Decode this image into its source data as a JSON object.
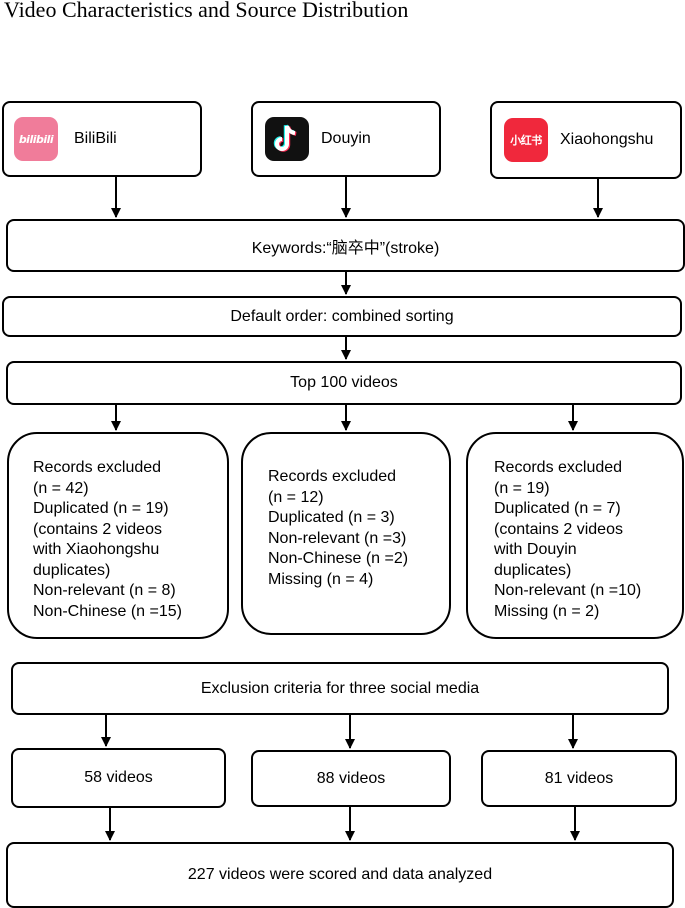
{
  "title": "Video Characteristics and Source Distribution",
  "sources": [
    {
      "name": "BiliBili",
      "logo_text": "bilibili",
      "logo_color": "#f07c9a",
      "icon": "bilibili-logo-icon"
    },
    {
      "name": "Douyin",
      "logo_text": "",
      "logo_color": "#111111",
      "icon": "douyin-logo-icon"
    },
    {
      "name": "Xiaohongshu",
      "logo_text": "小红书",
      "logo_color": "#f0283c",
      "icon": "xiaohongshu-logo-icon"
    }
  ],
  "keywords": "Keywords:“脑卒中”(stroke)",
  "order": "Default order: combined sorting",
  "top": "Top 100 videos",
  "exclusions": [
    [
      "Records excluded",
      "(n = 42)",
      "Duplicated (n = 19)",
      "(contains 2 videos",
      "with Xiaohongshu",
      "duplicates)",
      "Non-relevant (n = 8)",
      "Non-Chinese (n =15)"
    ],
    [
      "Records excluded",
      "(n = 12)",
      "Duplicated (n = 3)",
      "Non-relevant (n =3)",
      "Non-Chinese (n =2)",
      "Missing (n = 4)"
    ],
    [
      "Records excluded",
      "(n = 19)",
      "Duplicated (n = 7)",
      "(contains 2 videos",
      "with Douyin",
      "duplicates)",
      "Non-relevant (n =10)",
      "Missing (n = 2)"
    ]
  ],
  "criteria": "Exclusion criteria for three social media",
  "counts": [
    "58 videos",
    "88 videos",
    "81 videos"
  ],
  "final": "227 videos were scored and data analyzed"
}
